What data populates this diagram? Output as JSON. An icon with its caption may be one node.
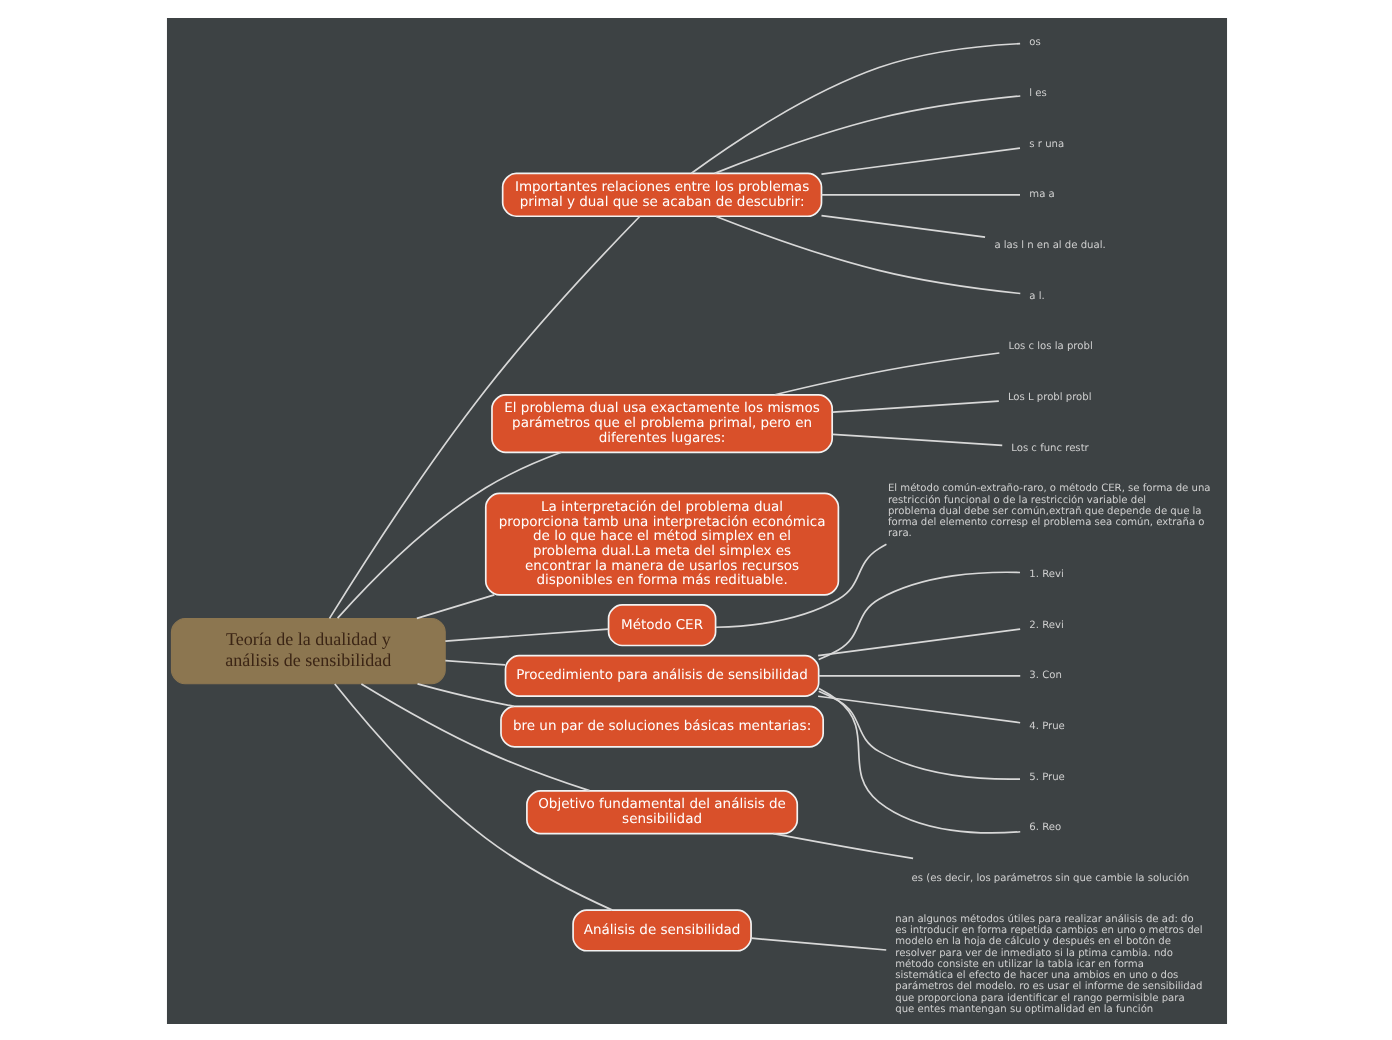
{
  "diagram": {
    "nodes": [
      {
        "text": [
          "Teoría de la dualidad y análisis de sensibilidad"
        ]
      },
      {
        "text": [
          "Importantes relaciones entre los problemas primal y dual que se acaban de descubrir:"
        ]
      },
      {
        "text": [
          "os"
        ]
      },
      {
        "text": [
          "l es"
        ]
      },
      {
        "text": [
          "s r una"
        ]
      },
      {
        "text": [
          "ma a"
        ]
      },
      {
        "text": [
          "a las l n en al de dual."
        ]
      },
      {
        "text": [
          "a l."
        ]
      },
      {
        "text": [
          "El problema dual usa exactamente los mismos parámetros que el problema primal, pero en diferentes lugares:"
        ]
      },
      {
        "text": [
          "Los c los la probl"
        ]
      },
      {
        "text": [
          "Los L probl probl"
        ]
      },
      {
        "text": [
          "Los c func restr"
        ]
      },
      {
        "text": [
          "La interpretación del problema dual proporciona tamb una interpretación económica de lo que hace el métod simplex en el problema dual.La meta del simplex es encontrar la manera de usarlos recursos disponibles en forma más redituable."
        ]
      },
      {
        "text": [
          "Método CER"
        ]
      },
      {
        "text": [
          "El método común-extraño-raro, o método CER, se forma de una restricción funcional o de la restricción variable del problema dual debe ser común,extrañ que depende de que la forma del elemento corresp el problema sea común, extraña o rara."
        ]
      },
      {
        "text": [
          "Procedimiento para análisis de sensibilidad"
        ]
      },
      {
        "text": [
          "1. Revi"
        ]
      },
      {
        "text": [
          "2. Revi"
        ]
      },
      {
        "text": [
          "3. Con"
        ]
      },
      {
        "text": [
          "4. Prue"
        ]
      },
      {
        "text": [
          "5. Prue"
        ]
      },
      {
        "text": [
          "6. Reo"
        ]
      },
      {
        "text": [
          "bre un par de soluciones básicas mentarias:"
        ]
      },
      {
        "text": [
          "Objetivo fundamental del análisis de sensibilidad"
        ]
      },
      {
        "text": [
          "es (es decir, los parámetros sin que cambie la solución"
        ]
      },
      {
        "text": [
          "Análisis de sensibilidad"
        ]
      },
      {
        "text": [
          "nan algunos métodos útiles para realizar análisis de ad: do es introducir en forma repetida cambios en uno o metros del modelo en la hoja de cálculo y después en el botón de resolver para ver de inmediato si la ptima cambia. ndo método consiste en utilizar la tabla icar en forma sistemática el efecto de hacer una ambios en uno o dos parámetros del modelo. ro es usar el informe de sensibilidad que proporciona para identificar el rango permisible para que entes mantengan su optimalidad en la función"
        ]
      }
    ],
    "edges": [
      {
        "from": 0,
        "to": 1,
        "arrow": "none"
      },
      {
        "from": 1,
        "to": 2,
        "arrow": "none"
      },
      {
        "from": 1,
        "to": 3,
        "arrow": "none"
      },
      {
        "from": 1,
        "to": 4,
        "arrow": "none"
      },
      {
        "from": 1,
        "to": 5,
        "arrow": "none"
      },
      {
        "from": 1,
        "to": 6,
        "arrow": "none"
      },
      {
        "from": 1,
        "to": 7,
        "arrow": "none"
      },
      {
        "from": 0,
        "to": 8,
        "arrow": "none"
      },
      {
        "from": 8,
        "to": 9,
        "arrow": "none"
      },
      {
        "from": 8,
        "to": 10,
        "arrow": "none"
      },
      {
        "from": 8,
        "to": 11,
        "arrow": "none"
      },
      {
        "from": 0,
        "to": 12,
        "arrow": "none"
      },
      {
        "from": 0,
        "to": 13,
        "arrow": "none"
      },
      {
        "from": 13,
        "to": 14,
        "arrow": "none"
      },
      {
        "from": 0,
        "to": 15,
        "arrow": "none"
      },
      {
        "from": 15,
        "to": 16,
        "arrow": "none"
      },
      {
        "from": 15,
        "to": 17,
        "arrow": "none"
      },
      {
        "from": 15,
        "to": 18,
        "arrow": "none"
      },
      {
        "from": 15,
        "to": 19,
        "arrow": "none"
      },
      {
        "from": 15,
        "to": 20,
        "arrow": "none"
      },
      {
        "from": 15,
        "to": 21,
        "arrow": "none"
      },
      {
        "from": 0,
        "to": 22,
        "arrow": "none"
      },
      {
        "from": 0,
        "to": 23,
        "arrow": "none"
      },
      {
        "from": 23,
        "to": 24,
        "arrow": "none"
      },
      {
        "from": 0,
        "to": 25,
        "arrow": "none"
      },
      {
        "from": 25,
        "to": 26,
        "arrow": "none"
      }
    ]
  }
}
